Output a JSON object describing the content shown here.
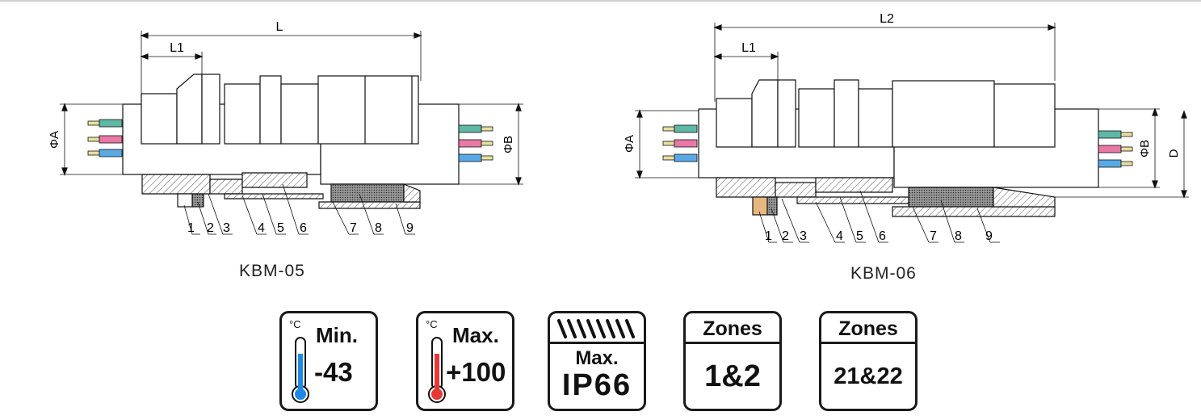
{
  "drawings": [
    {
      "model": "KBM-05",
      "dims": {
        "length": "L",
        "partial": "L1",
        "dia_a": "ΦA",
        "dia_b": "ΦB"
      },
      "parts": [
        "1",
        "2",
        "3",
        "4",
        "5",
        "6",
        "7",
        "8",
        "9"
      ]
    },
    {
      "model": "KBM-06",
      "dims": {
        "length": "L2",
        "partial": "L1",
        "dia_a": "ΦA",
        "dia_b": "ΦB",
        "dia_d": "D"
      },
      "parts": [
        "1",
        "2",
        "3",
        "4",
        "5",
        "6",
        "7",
        "8",
        "9"
      ]
    }
  ],
  "badges": {
    "min_temp": {
      "unit": "°C",
      "label": "Min.",
      "value": "-43",
      "color": "#1e88e5",
      "icon": "thermometer-cold-icon"
    },
    "max_temp": {
      "unit": "°C",
      "label": "Max.",
      "value": "+100",
      "color": "#e53935",
      "icon": "thermometer-hot-icon"
    },
    "ip": {
      "label": "Max.",
      "value": "IP66",
      "icon": "water-spray-icon"
    },
    "zones_a": {
      "label": "Zones",
      "value": "1&2"
    },
    "zones_b": {
      "label": "Zones",
      "value": "21&22"
    }
  },
  "wire_colors": [
    "#5fb7a6",
    "#e879a7",
    "#5aa9e6"
  ]
}
